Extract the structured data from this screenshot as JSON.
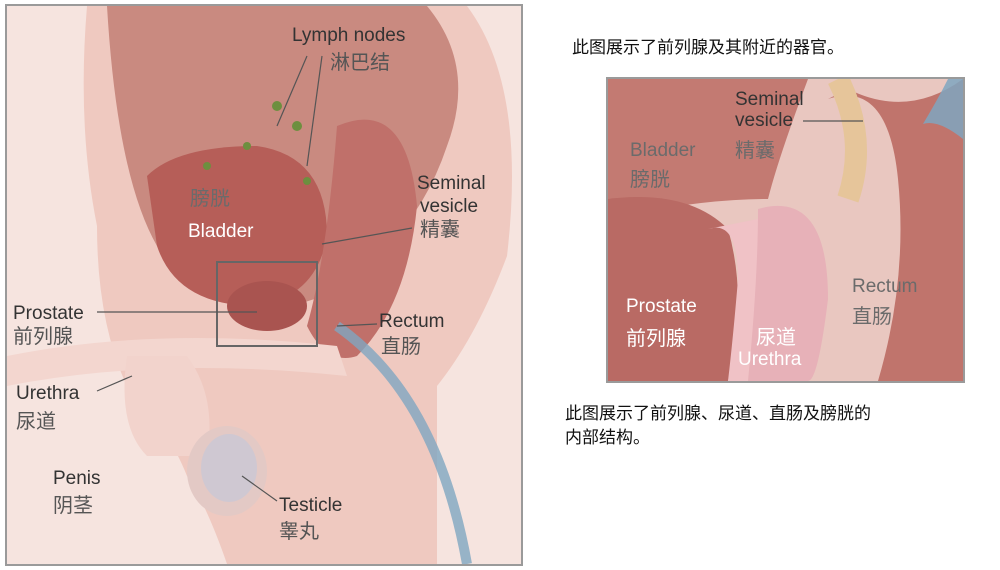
{
  "main_diagram": {
    "labels": {
      "lymph_nodes_en": "Lymph nodes",
      "lymph_nodes_zh": "淋巴结",
      "bladder_zh": "膀胱",
      "bladder_en": "Bladder",
      "seminal_en_1": "Seminal",
      "seminal_en_2": "vesicle",
      "seminal_zh": "精囊",
      "prostate_en": "Prostate",
      "prostate_zh": "前列腺",
      "rectum_en": "Rectum",
      "rectum_zh": "直肠",
      "urethra_en": "Urethra",
      "urethra_zh": "尿道",
      "penis_en": "Penis",
      "penis_zh": "阴茎",
      "testicle_en": "Testicle",
      "testicle_zh": "睾丸"
    }
  },
  "inset_diagram": {
    "labels": {
      "seminal_en_1": "Seminal",
      "seminal_en_2": "vesicle",
      "seminal_zh": "精囊",
      "bladder_en": "Bladder",
      "bladder_zh": "膀胱",
      "prostate_en": "Prostate",
      "prostate_zh": "前列腺",
      "urethra_zh": "尿道",
      "urethra_en": "Urethra",
      "rectum_en": "Rectum",
      "rectum_zh": "直肠"
    }
  },
  "captions": {
    "top": "此图展示了前列腺及其附近的器官。",
    "bottom_1": "此图展示了前列腺、尿道、直肠及膀胱的",
    "bottom_2": "内部结构。"
  },
  "colors": {
    "tissue": "#e9b7ad",
    "organ": "#b45a55",
    "arrow": "#7fa6c0"
  }
}
